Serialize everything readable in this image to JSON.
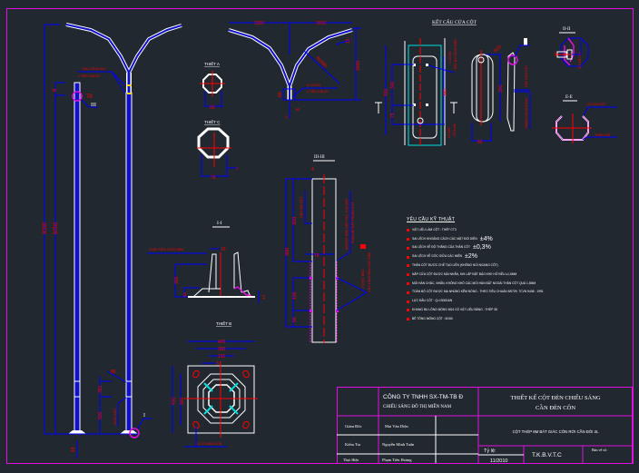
{
  "drawing": {
    "frame_color": "#e010e0",
    "background": "#212830",
    "colors": {
      "dimension": "#0000ff",
      "text_red": "#ff0000",
      "pole_outline": "#ffffff",
      "pole_fill": "#1010c8",
      "cyan": "#00e0e0",
      "magenta": "#e010e0",
      "yellow": "#ffd800"
    }
  },
  "elevation": {
    "dim_total": "8000",
    "dim_height": "6000",
    "dim_top": "8",
    "dim_ring": "78",
    "dim_door_h": "350",
    "dim_door_base": "500",
    "dim_door_w": "85",
    "dim_base": "18",
    "door_label": "CỬA CỘT",
    "section_mark_3": "III",
    "section_mark_1": "I",
    "bolt_note_line1": "3 BU LÔNG M12",
    "bolt_note_line2": "4 TIẾN 4 ĐUÔI"
  },
  "arm": {
    "dim_left": "1500",
    "dim_right": "1500",
    "dim_height": "2000",
    "dim_radius": "R2000",
    "dim_angle": "15",
    "dim_joint": "60",
    "dim_b": "8",
    "section_c_mark": "C",
    "bolt_note_line1": "3 LỖ M12",
    "bolt_note_line2": "4 TIẾN 4 ĐUÔI"
  },
  "sections": {
    "a": {
      "title": "THIẾT A",
      "dim": "56"
    },
    "c": {
      "title": "THIẾT C",
      "dim": "76",
      "thk": "3"
    },
    "b": {
      "title": "THIẾT B",
      "dim_outer": "400",
      "dim_mid": "300",
      "dim_inner": "191",
      "dim_thk": "3",
      "dim_side": "400",
      "dim_side_inner": "300",
      "note": "LỖ Ô VAN 41X26"
    },
    "s1": {
      "title": "I-I",
      "note": "4 GÂN TĂNG CỨNG 8MM",
      "dim_top": "10",
      "dim_h": "300",
      "dim_low": "60",
      "dim_plate": "12"
    },
    "s3": {
      "title": "III-III",
      "dim_top": "4",
      "dim_total": "480",
      "dim_upper": "350",
      "dim_ring": "78",
      "dim_mid": "100",
      "dim_low": "50",
      "note_left": "ỐNG NỐI CỐT",
      "note_right1": "ĐƯỜNG HÀN LIÊN TỤC, CÁC ĐỐT",
      "note_right2": "PHẢI LẮP ĐẶT TRÙNG CỐT",
      "note_right3": "4 BU LÔNG ĐẦU LỤC GIÁC",
      "note_right4": "3 CHỐT BẢO"
    },
    "door": {
      "title": "KẾT CẤU CỬA CỘT",
      "dim_total": "450",
      "dim_inner": "300",
      "dim_right": "380",
      "dim_low": "75",
      "dim_w": "85",
      "dim_h": "300",
      "dim_r": "R25",
      "note1": "4 LỖ M6",
      "note2": "BẮT BU LÔNG ĐIỆN",
      "note3": "LỖ BẮT",
      "note4": "CỬA M8",
      "side_note1": "NẮP CỬA CỘT",
      "side_note2": "THANH GIA CƯỜNG"
    },
    "s2": {
      "title": "II-II",
      "note": "VÍT BẮT M6",
      "dim": "13"
    },
    "se": {
      "title": "E-E",
      "note1": "LỖ CỬA CỘT",
      "note2": "THÂN CỘT"
    }
  },
  "requirements": {
    "title": "YÊU CẦU KỸ THUẬT",
    "items": [
      {
        "text": "VẬT LIỆU LÀM CỘT : THÉP CT3",
        "tol": ""
      },
      {
        "text": "SAI LỆCH KHOẢNG CÁCH CÁC MẶT ĐỐI DIỆN",
        "tol": "±4%"
      },
      {
        "text": "SAI LỆCH VỀ ĐỘ THẲNG CỦA THÂN CỘT",
        "tol": "±0,3%"
      },
      {
        "text": "SAI LỆCH VỀ GÓC GIỮA CÁC MIỆN",
        "tol": "±2%"
      },
      {
        "text": "THÂN CỘT ĐƯỢC CHẾ TẠO LIỀN (KHÔNG NỐI NGANG CỘT)",
        "tol": ""
      },
      {
        "text": "NẮP CỬA CỘT ĐƯỢC MÀI NHẴN, KHI LẮP ĐẶT BẢO KHE HỞ ĐỀU ≤1,5MM",
        "tol": ""
      },
      {
        "text": "MỐI HÀN CHẮC, NHẴN, KHÔNG NHỎ CÁC MỐI HÀN BẤT NGOÀI THÂN CỘT QUÁ 1,5MM",
        "tol": ""
      },
      {
        "text": "TOÀN BỘ CỘT ĐƯỢC MẠ NHÚNG KẼM NÓNG - THEO TIÊU CHUẨN BS729, TCVN 5408 - 1991",
        "tol": ""
      },
      {
        "text": "LỰC ĐẦU CỘT : Q=1300DAN",
        "tol": ""
      },
      {
        "text": "KHUNG BU LÔNG MÓNG M24 CÓ VẬT LIỆU BẰNG : THÉP 35",
        "tol": ""
      },
      {
        "text": "BÊ TÔNG MÓNG CỘT : M150",
        "tol": ""
      }
    ]
  },
  "title_block": {
    "company_line1": "CÔNG TY TNHH SX-TM-TB Đ",
    "company_line2": "CHIẾU SÁNG ĐÔ THỊ MIỀN NAM",
    "project_line1": "THIẾT KẾ CỘT ĐÈN CHIẾU SÁNG",
    "project_line2": "CẦN ĐÈN CÔN",
    "rows": [
      {
        "role": "Giám Đốc",
        "name": "Mai Văn Diện"
      },
      {
        "role": "Kiểm Tra",
        "name": "Nguyễn Minh Tuấn"
      },
      {
        "role": "Thực Hiện",
        "name": "Phạm Tiến Hoàng"
      }
    ],
    "drawing_name": "CỘT THÉP 8M BÁT GIÁC CÔN RỜI CẦN ĐÔI 2L",
    "scale_label": "Tỷ lệ:",
    "date": "11/2010",
    "dept": "T.K.B.V.T.C",
    "sheet_label": "Bản vẽ số:"
  }
}
